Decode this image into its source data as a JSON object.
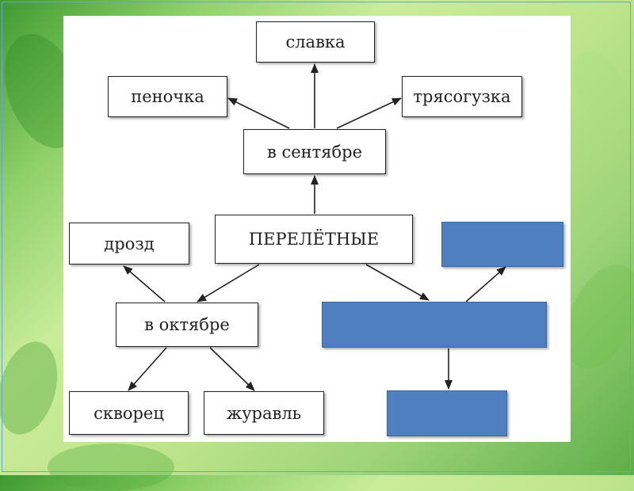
{
  "diagram": {
    "root": "ПЕРЕЛЁТНЫЕ",
    "september": {
      "label": "в сентябре",
      "children": [
        "пеночка",
        "славка",
        "трясогузка"
      ]
    },
    "october": {
      "label": "в октябре",
      "children": [
        "дрозд",
        "скворец",
        "журавль"
      ]
    },
    "blank_branch": {
      "label": "",
      "children": [
        "",
        ""
      ]
    },
    "colors": {
      "box_border": "#222222",
      "blank_fill": "#4f7fbf",
      "arrow": "#222222"
    }
  }
}
